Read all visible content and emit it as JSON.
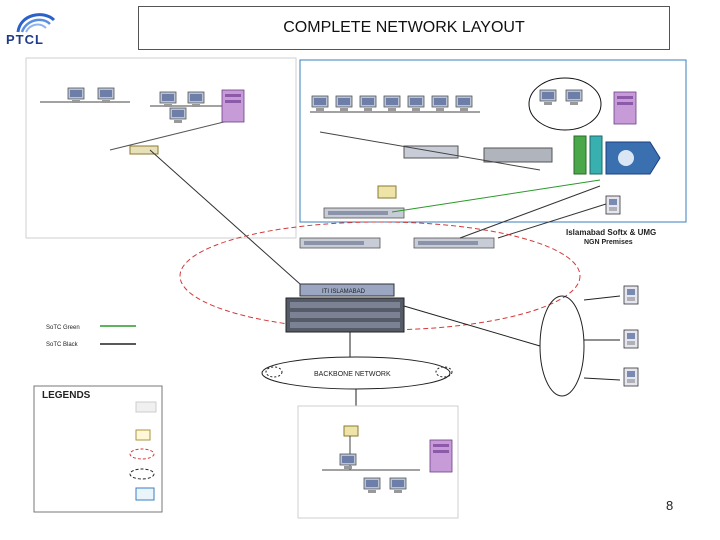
{
  "logo": {
    "text": "PTCL"
  },
  "title": "COMPLETE NETWORK LAYOUT",
  "page_number": "8",
  "labels": {
    "islamabad_ngn": "Islamabad Softx & UMG",
    "ngn_premises": "NGN Premises",
    "iti_islamabad": "ITI ISLAMABAD",
    "backbone": "BACKBONE NETWORK",
    "legends": "LEGENDS",
    "legend_green": "SoTC Green",
    "legend_black": "SoTC Black"
  }
}
